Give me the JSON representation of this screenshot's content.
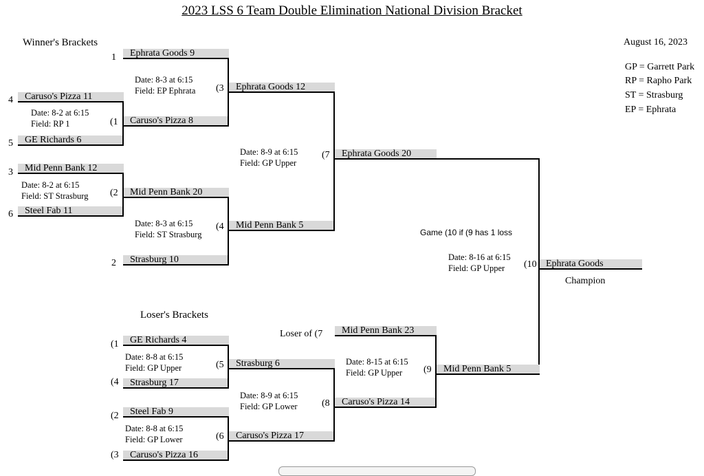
{
  "title": "2023 LSS 6 Team Double Elimination National Division Bracket",
  "date": "August 16, 2023",
  "winners_header": "Winner's Brackets",
  "losers_header": "Loser's Brackets",
  "legend": [
    "GP = Garrett Park",
    "RP = Rapho Park",
    "ST = Strasburg",
    "EP = Ephrata"
  ],
  "winners": {
    "seeds": [
      "1",
      "4",
      "5",
      "3",
      "6",
      "2"
    ],
    "slots": {
      "ephrata_r1": "Ephrata Goods  9",
      "caruso_r1": "Caruso's Pizza  11",
      "ge_r1": "GE Richards  6",
      "mpb_r1": "Mid Penn Bank  12",
      "steel_r1": "Steel Fab  11",
      "caruso_g1": "Caruso's Pizza  8",
      "mpb_g2": "Mid Penn Bank  20",
      "strasburg_r1": "Strasburg  10",
      "ephrata_g3": "Ephrata Goods  12",
      "mpb_g4": "Mid Penn Bank  5",
      "ephrata_g7": "Ephrata Goods  20",
      "champion": "Ephrata Goods"
    },
    "games": {
      "g1": "(1",
      "g2": "(2",
      "g3": "(3",
      "g4": "(4",
      "g7": "(7",
      "g10": "(10"
    },
    "info": {
      "g1": "Date: 8-2 at 6:15\nField: RP 1",
      "g2": "Date: 8-2 at 6:15\nField: ST Strasburg",
      "g3": "Date: 8-3 at 6:15\nField: EP Ephrata",
      "g4": "Date: 8-3 at 6:15\nField: ST Strasburg",
      "g7": "Date: 8-9 at 6:15\nField: GP Upper",
      "g10": "Date: 8-16 at 6:15\nField: GP Upper"
    },
    "game10_note": "Game (10 if (9 has 1 loss",
    "champion_label": "Champion"
  },
  "losers": {
    "seeds": [
      "(1",
      "(4",
      "(2",
      "(3"
    ],
    "loser_of": "Loser of (7",
    "slots": {
      "ge_l1": "GE Richards  4",
      "strasburg_l1": "Strasburg  17",
      "steel_l1": "Steel Fab  9",
      "caruso_l1": "Caruso's Pizza  16",
      "strasburg_g5": "Strasburg  6",
      "caruso_g6": "Caruso's Pizza  17",
      "mpb_l7": "Mid Penn Bank  23",
      "caruso_g8": "Caruso's Pizza  14",
      "mpb_g9": "Mid Penn Bank  5"
    },
    "games": {
      "g5": "(5",
      "g6": "(6",
      "g8": "(8",
      "g9": "(9"
    },
    "info": {
      "g5": "Date: 8-8 at 6:15\nField: GP Upper",
      "g6": "Date: 8-8 at 6:15\nField: GP Lower",
      "g8": "Date: 8-9 at 6:15\nField: GP Lower",
      "g9": "Date: 8-15 at 6:15\nField: GP Upper"
    }
  }
}
